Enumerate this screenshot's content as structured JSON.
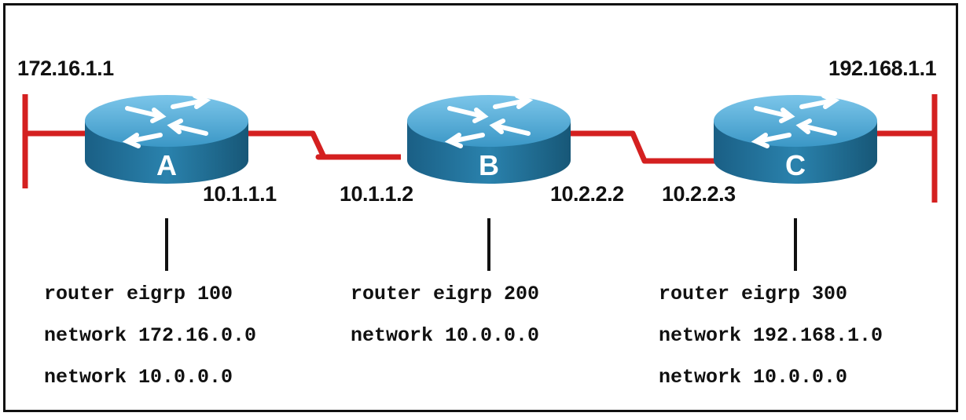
{
  "routers": [
    {
      "label": "A",
      "config": [
        "router eigrp 100",
        "network 172.16.0.0",
        "network 10.0.0.0"
      ]
    },
    {
      "label": "B",
      "config": [
        "router eigrp 200",
        "network 10.0.0.0"
      ]
    },
    {
      "label": "C",
      "config": [
        "router eigrp 300",
        "network 192.168.1.0",
        "network 10.0.0.0"
      ]
    }
  ],
  "lan_addresses": {
    "left": "172.16.1.1",
    "right": "192.168.1.1"
  },
  "link_addresses": {
    "a_serial": "10.1.1.1",
    "b_serial_left": "10.1.1.2",
    "b_serial_right": "10.2.2.2",
    "c_serial": "10.2.2.3"
  },
  "colors": {
    "link": "#d42020",
    "router_top": "#3fa0cf",
    "router_side": "#186a92",
    "text": "#111111",
    "frame": "#111111"
  }
}
